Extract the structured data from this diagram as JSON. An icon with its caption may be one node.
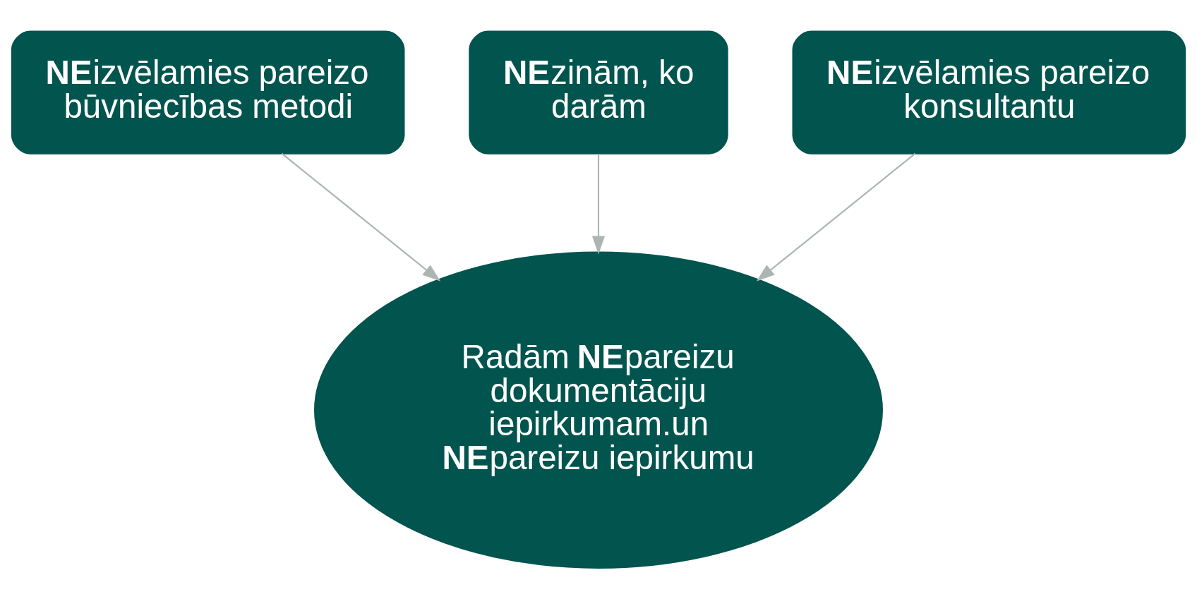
{
  "diagram": {
    "nodes": [
      {
        "text": [
          "**NE**izvēlamies pareizo būvniecības metodi"
        ]
      },
      {
        "text": [
          "**NE**zinām, ko darām"
        ]
      },
      {
        "text": [
          "**NE**izvēlamies pareizo konsultantu"
        ]
      },
      {
        "text": [
          "Radām **NE**pareizu dokumentāciju iepirkumam.un **NE**pareizu iepirkumu"
        ]
      }
    ],
    "edges": [
      {
        "from": 0,
        "to": 3,
        "arrow": "to"
      },
      {
        "from": 1,
        "to": 3,
        "arrow": "to"
      },
      {
        "from": 2,
        "to": 3,
        "arrow": "to"
      }
    ]
  }
}
